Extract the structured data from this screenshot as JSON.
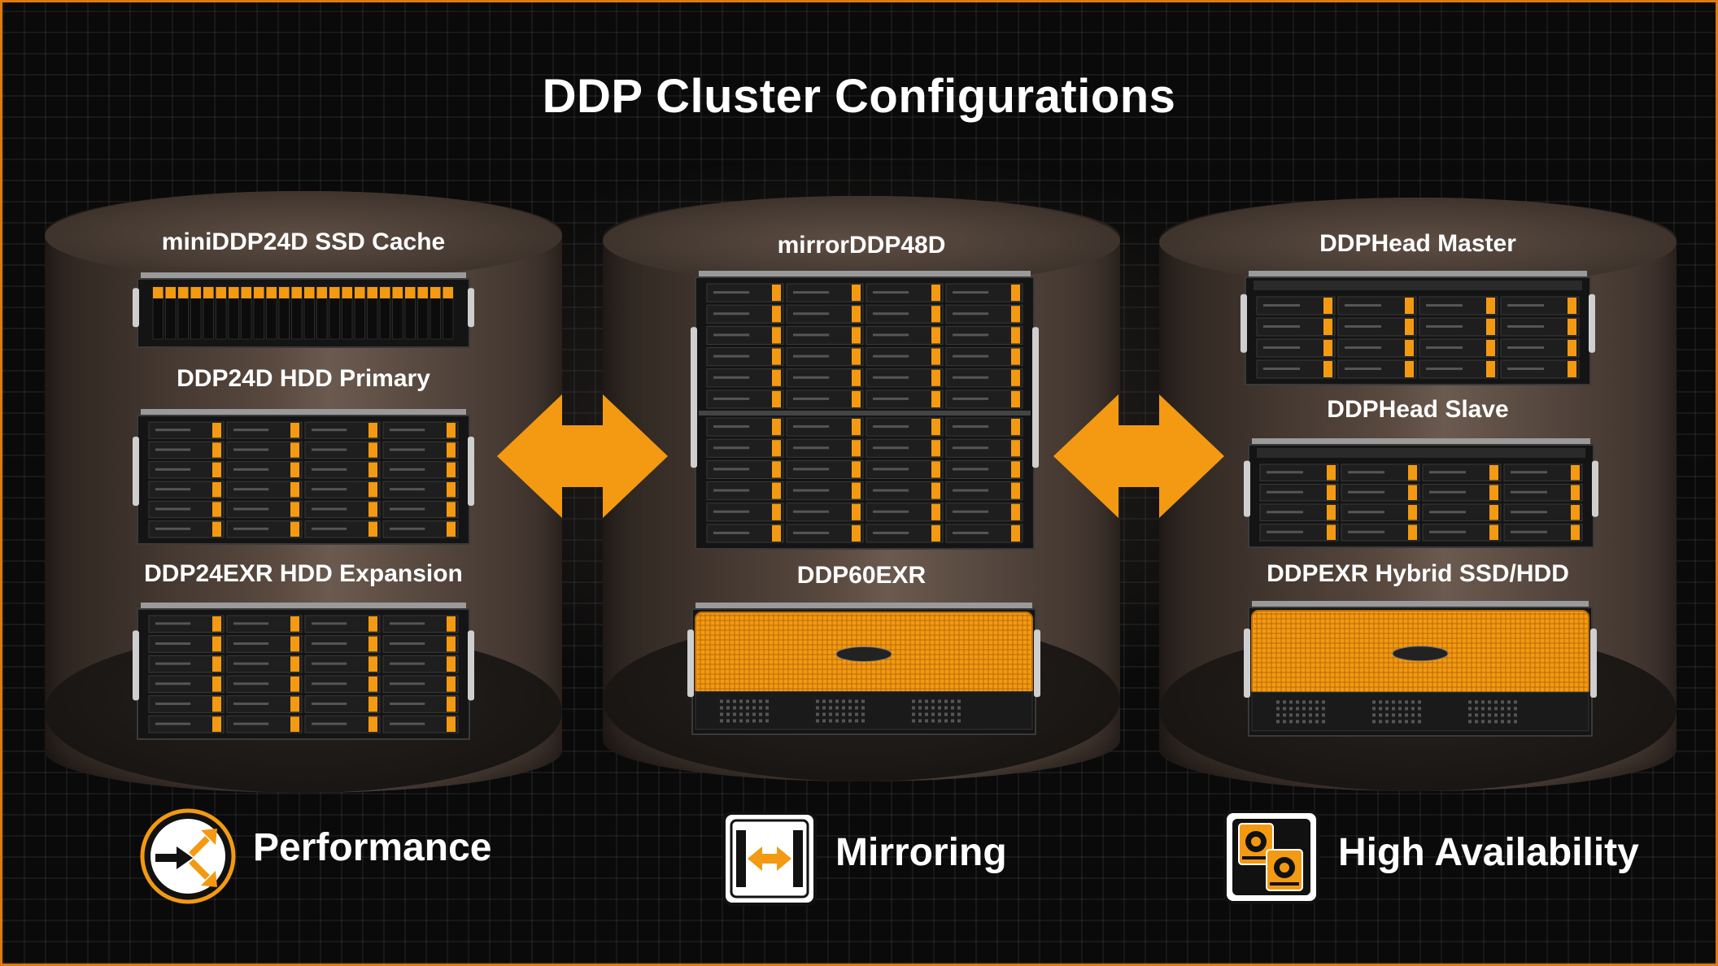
{
  "title": "DDP Cluster Configurations",
  "columns": [
    {
      "labels": [
        "miniDDP24D SSD Cache",
        "DDP24D HDD Primary",
        "DDP24EXR HDD Expansion"
      ]
    },
    {
      "labels": [
        "mirrorDDP48D",
        "DDP60EXR"
      ]
    },
    {
      "labels": [
        "DDPHead Master",
        "DDPHead Slave",
        "DDPEXR Hybrid SSD/HDD"
      ]
    }
  ],
  "legend": {
    "performance": "Performance",
    "mirroring": "Mirroring",
    "high_availability": "High Availability"
  },
  "colors": {
    "accent": "#f39a12",
    "frame": "#e07a10",
    "background": "#0a0a0a"
  },
  "icons": [
    "performance-icon",
    "mirroring-icon",
    "high-availability-icon",
    "double-arrow-icon"
  ]
}
